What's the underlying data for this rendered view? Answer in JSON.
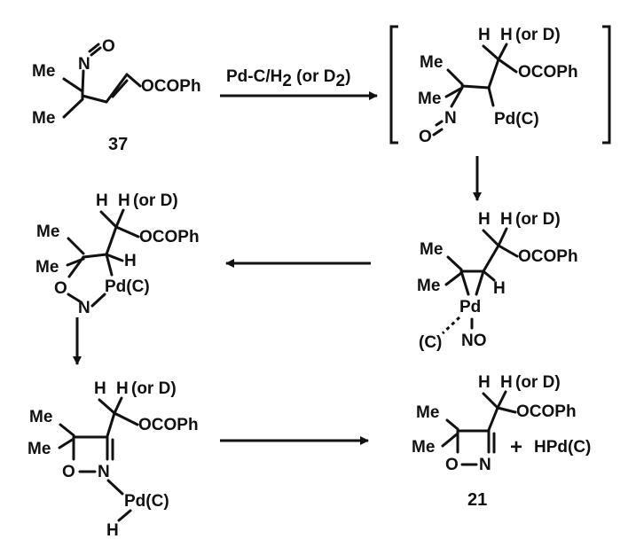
{
  "labels": {
    "me": "Me",
    "n": "N",
    "o": "O",
    "h": "H",
    "ocoph": "OCOPh",
    "pdc": "Pd(C)",
    "pd": "Pd",
    "c": "(C)",
    "no": "NO",
    "or_d": "(or D)",
    "plus": "+",
    "hpdc": "HPd(C)"
  },
  "compounds": {
    "start_number": "37",
    "product_number": "21"
  },
  "reagent": {
    "prefix": "Pd-C/H",
    "sub1": "2",
    "mid": " (or D",
    "sub2": "2",
    "suffix": ")"
  }
}
